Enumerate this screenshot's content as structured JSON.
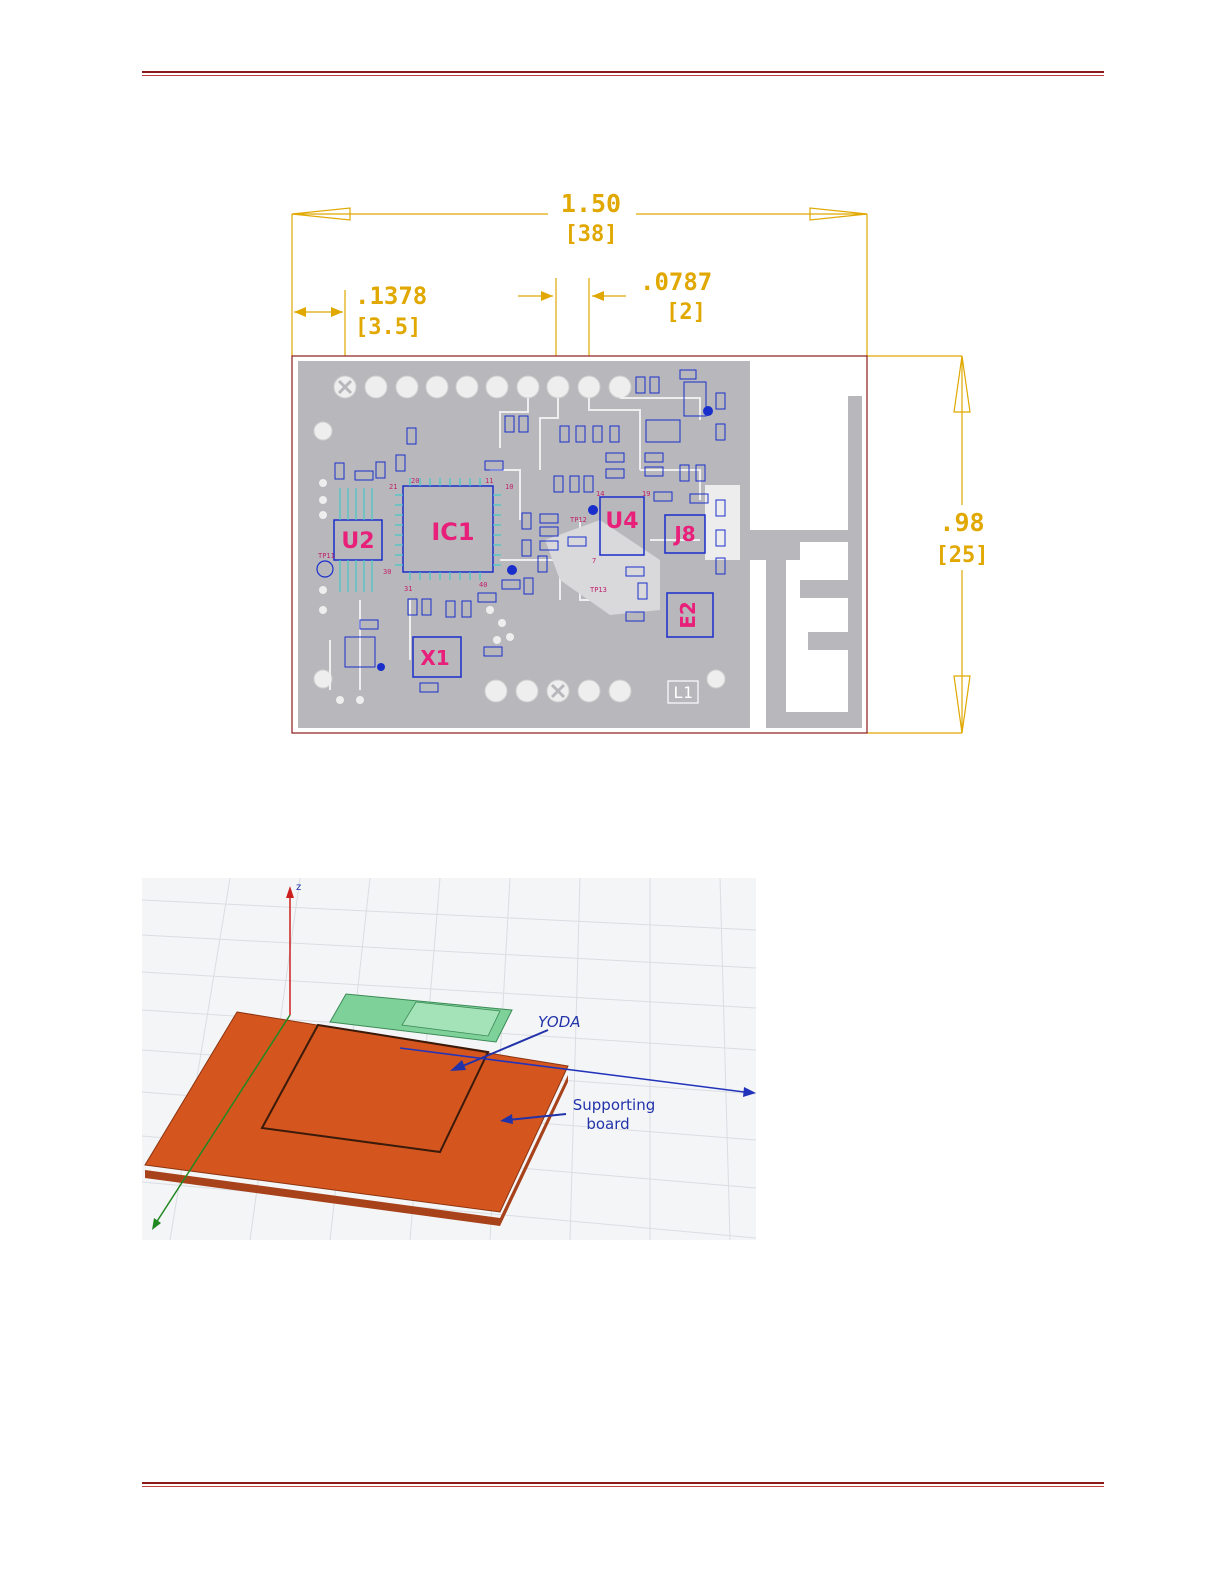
{
  "drawing": {
    "dim_width_in": "1.50",
    "dim_width_mm": "[38]",
    "dim_left_in": ".1378",
    "dim_left_mm": "[3.5]",
    "dim_pitch_in": ".0787",
    "dim_pitch_mm": "[2]",
    "dim_height_in": ".98",
    "dim_height_mm": "[25]",
    "refs": {
      "ic1": "IC1",
      "u2": "U2",
      "u4": "U4",
      "j8": "J8",
      "x1": "X1",
      "e2": "E2",
      "l1": "L1"
    }
  },
  "model3d": {
    "module_label": "YODA",
    "board_label_line1": "Supporting",
    "board_label_line2": "board",
    "z_axis": "z"
  },
  "colors": {
    "rule": "#8b1a1a",
    "dimension": "#e0a800",
    "refdes": "#e8207a",
    "pcb": "#b8b8bc",
    "board": "#d4561e"
  }
}
